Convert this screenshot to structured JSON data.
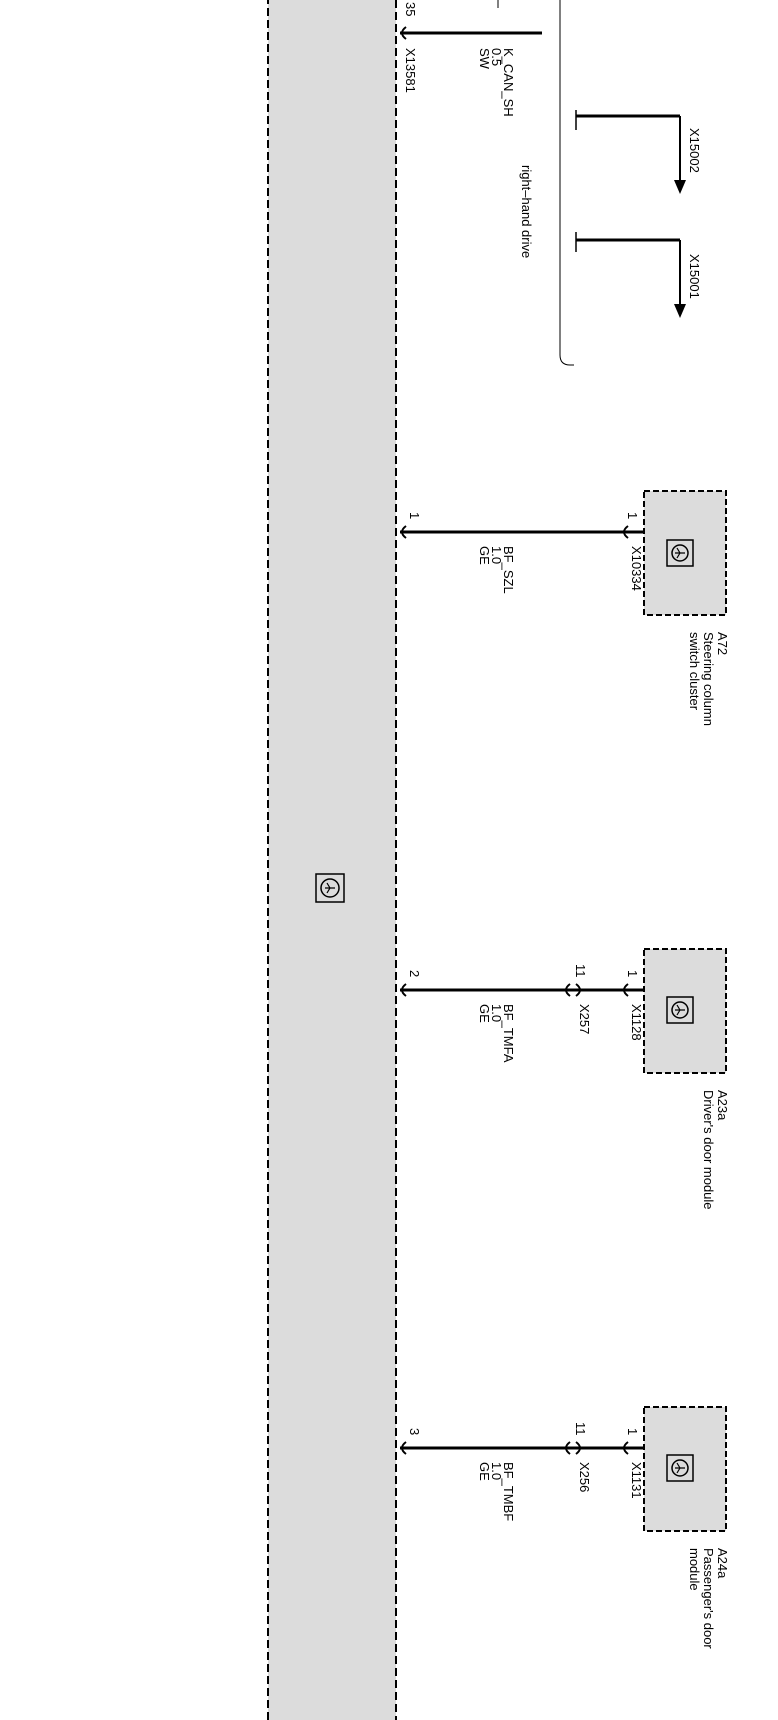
{
  "colors": {
    "panel": "#dcdcdc",
    "wire": "#000000",
    "outline": "#000000",
    "background": "#ffffff"
  },
  "main_module": {
    "icon": "control-unit-icon"
  },
  "can_connection": {
    "pin": "35",
    "connector": "X13581",
    "wire": {
      "name": "K_CAN_SH",
      "size": "0.5",
      "color": "SW"
    },
    "bracket_label": "right–hand drive",
    "branches": [
      {
        "connector": "X15002"
      },
      {
        "connector": "X15001"
      }
    ]
  },
  "components": [
    {
      "id": "A72",
      "name_line1": "Steering column",
      "name_line2": "switch cluster",
      "module_pin": "1",
      "component_pin": "1",
      "component_connector": "X10334",
      "inline_pin": "",
      "inline_connector": "",
      "wire": {
        "name": "BF_SZL",
        "size": "1.0",
        "color": "GE"
      },
      "icon": "control-unit-icon"
    },
    {
      "id": "A23a",
      "name_line1": "Driver's door module",
      "name_line2": "",
      "module_pin": "2",
      "component_pin": "1",
      "component_connector": "X1128",
      "inline_pin": "11",
      "inline_connector": "X257",
      "wire": {
        "name": "BF_TMFA",
        "size": "1.0",
        "color": "GE"
      },
      "icon": "control-unit-icon"
    },
    {
      "id": "A24a",
      "name_line1": "Passenger's door",
      "name_line2": "module",
      "module_pin": "3",
      "component_pin": "1",
      "component_connector": "X1131",
      "inline_pin": "11",
      "inline_connector": "X256",
      "wire": {
        "name": "BF_TMBF",
        "size": "1.0",
        "color": "GE"
      },
      "icon": "control-unit-icon"
    }
  ]
}
